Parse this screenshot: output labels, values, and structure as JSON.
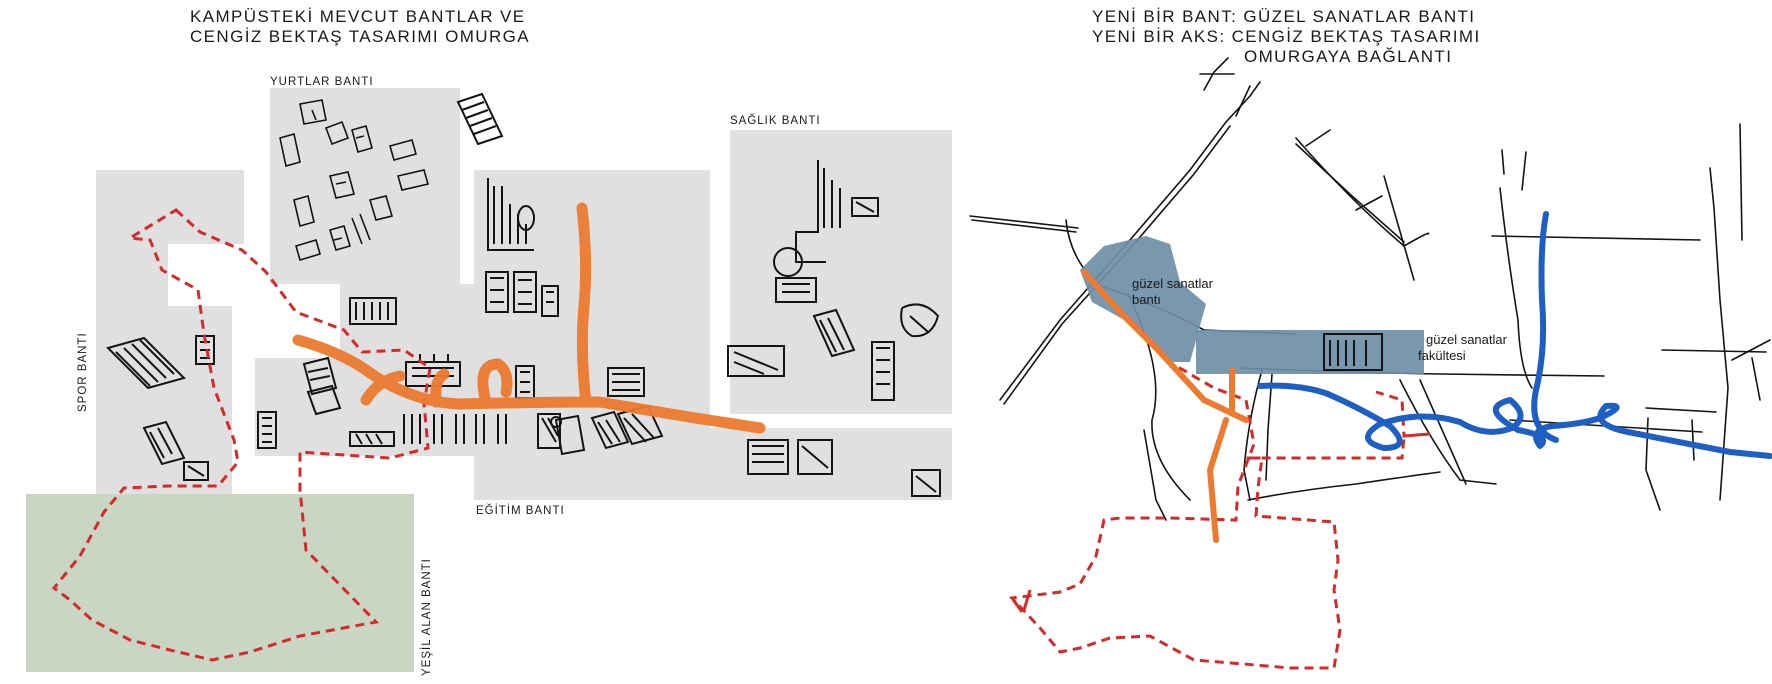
{
  "left_panel": {
    "title_line1": "KAMPÜSTEKİ MEVCUT BANTLAR VE",
    "title_line2": "CENGİZ BEKTAŞ TASARIMI OMURGA",
    "bands": {
      "dormitories": "YURTLAR BANTI",
      "health": "SAĞLIK BANTI",
      "sports": "SPOR BANTI",
      "education": "EĞİTİM BANTI",
      "green_area": "YEŞİL ALAN BANTI"
    }
  },
  "right_panel": {
    "title_line1": "YENİ BİR BANT: GÜZEL SANATLAR BANTI",
    "title_line2": "YENİ BİR AKS: CENGİZ BEKTAŞ TASARIMI",
    "title_line3": "OMURGAYA BAĞLANTI",
    "fine_arts_band_line1": "güzel sanatlar",
    "fine_arts_band_line2": "bantı",
    "faculty_line1": "güzel sanatlar",
    "faculty_line2": "fakültesi"
  },
  "colors": {
    "band_fill": "#e0e0e0",
    "green_fill": "#c9d6c4",
    "spine_orange": "#ec7a2f",
    "boundary_red": "#d42a2a",
    "new_band_blue": "#6e8fa6",
    "river_blue": "#1e5fc4",
    "sketch_ink": "#141414"
  }
}
